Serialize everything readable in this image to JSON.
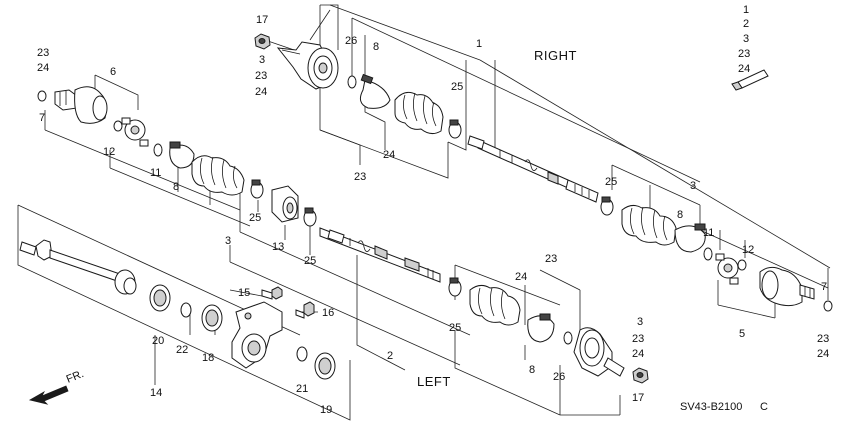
{
  "captions": {
    "right": "RIGHT",
    "left": "LEFT",
    "front": "FR.",
    "diagram_code": "SV43-B2100",
    "diagram_suffix": "C"
  },
  "kit_list": [
    "1",
    "2",
    "3",
    "23",
    "24"
  ],
  "callouts": {
    "n17_top": "17",
    "n3_top": "3",
    "n23_top": "23",
    "n24_top": "24",
    "n26_top": "26",
    "n8_top": "8",
    "n1": "1",
    "n25_top": "25",
    "n23_mid": "23",
    "n24_mid": "24",
    "n6": "6",
    "n23_left": "23",
    "n24_left": "24",
    "n7_left": "7",
    "n12_left": "12",
    "n11_left": "11",
    "n8_left": "8",
    "n25_left": "25",
    "n13": "13",
    "n3_mid": "3",
    "n25_center": "25",
    "n15": "15",
    "n16": "16",
    "n14": "14",
    "n20": "20",
    "n22": "22",
    "n18": "18",
    "n21": "21",
    "n19": "19",
    "n2": "2",
    "n25_lower": "25",
    "n24_lower": "24",
    "n23_lower": "23",
    "n8_lower": "8",
    "n26_lower": "26",
    "n3_br": "3",
    "n23_br": "23",
    "n24_br": "24",
    "n17_br": "17",
    "n25_right": "25",
    "n3_right": "3",
    "n8_right": "8",
    "n11_right": "11",
    "n12_right": "12",
    "n7_right": "7",
    "n5": "5",
    "n23_right": "23",
    "n24_right": "24"
  }
}
